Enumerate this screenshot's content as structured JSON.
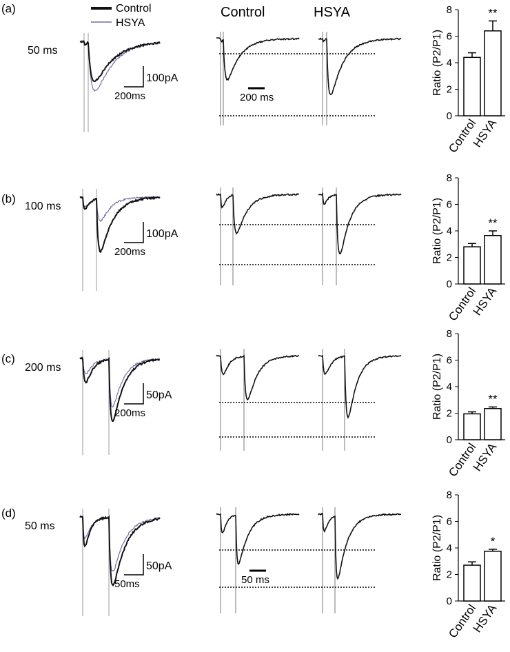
{
  "legend": {
    "control": "Control",
    "hsya": "HSYA"
  },
  "column_titles": {
    "control": "Control",
    "hsya": "HSYA"
  },
  "colors": {
    "control": "#111111",
    "hsya": "#7a6aa8",
    "grey_trace": "#8a8a8a"
  },
  "panels": [
    {
      "label": "(a)",
      "interval": "50 ms",
      "overlay_scale": {
        "y": "100pA",
        "x": "200ms"
      },
      "time_bar": "200 ms"
    },
    {
      "label": "(b)",
      "interval": "100 ms",
      "overlay_scale": {
        "y": "100pA",
        "x": "200ms"
      },
      "time_bar": ""
    },
    {
      "label": "(c)",
      "interval": "200 ms",
      "overlay_scale": {
        "y": "50pA",
        "x": "200ms"
      },
      "time_bar": ""
    },
    {
      "label": "(d)",
      "interval": "50 ms",
      "overlay_scale": {
        "y": "50pA",
        "x": "50ms"
      },
      "time_bar": "50 ms"
    }
  ],
  "chart_data": [
    {
      "type": "bar",
      "panel": "(a)",
      "categories": [
        "Control",
        "HSYA"
      ],
      "values": [
        4.4,
        6.4
      ],
      "errors": [
        0.35,
        0.75
      ],
      "significance": [
        "",
        "**"
      ],
      "ylabel": "Ratio (P2/P1)",
      "ylim": [
        0,
        8
      ],
      "yticks": [
        "0",
        "2",
        "4",
        "6",
        "8"
      ]
    },
    {
      "type": "bar",
      "panel": "(b)",
      "categories": [
        "Control",
        "HSYA"
      ],
      "values": [
        2.8,
        3.65
      ],
      "errors": [
        0.25,
        0.35
      ],
      "significance": [
        "",
        "**"
      ],
      "ylabel": "Ratio (P2/P1)",
      "ylim": [
        0,
        8
      ],
      "yticks": [
        "0",
        "2",
        "4",
        "6",
        "8"
      ]
    },
    {
      "type": "bar",
      "panel": "(c)",
      "categories": [
        "Control",
        "HSYA"
      ],
      "values": [
        1.95,
        2.35
      ],
      "errors": [
        0.15,
        0.12
      ],
      "significance": [
        "",
        "**"
      ],
      "ylabel": "Ratio (P2/P1)",
      "ylim": [
        0,
        8
      ],
      "yticks": [
        "0",
        "2",
        "4",
        "6",
        "8"
      ]
    },
    {
      "type": "bar",
      "panel": "(d)",
      "categories": [
        "Control",
        "HSYA"
      ],
      "values": [
        2.7,
        3.75
      ],
      "errors": [
        0.25,
        0.15
      ],
      "significance": [
        "",
        "*"
      ],
      "ylabel": "Ratio (P2/P1)",
      "ylim": [
        0,
        8
      ],
      "yticks": [
        "0",
        "2",
        "4",
        "6",
        "8"
      ]
    }
  ]
}
